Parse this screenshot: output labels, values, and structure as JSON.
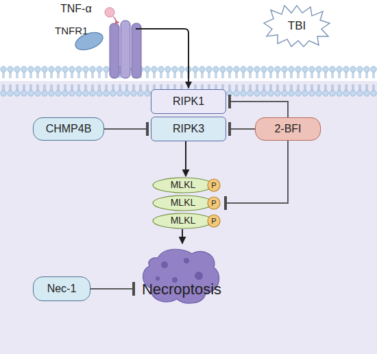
{
  "diagram": {
    "nodes": [
      {
        "text": [
          "TBI"
        ]
      },
      {
        "text": [
          "RIPK1"
        ]
      },
      {
        "text": [
          "RIPK3"
        ]
      },
      {
        "text": [
          "CHMP4B"
        ]
      },
      {
        "text": [
          "2-BFI"
        ]
      },
      {
        "text": [
          "MLKL"
        ]
      },
      {
        "text": [
          "P"
        ]
      },
      {
        "text": [
          "MLKL"
        ]
      },
      {
        "text": [
          "P"
        ]
      },
      {
        "text": [
          "MLKL"
        ]
      },
      {
        "text": [
          "P"
        ]
      },
      {
        "text": [
          "Nec-1"
        ]
      },
      {
        "text": [
          "Necroptosis"
        ]
      }
    ],
    "edges": [
      {
        "from": 3,
        "to": 2,
        "arrow": "to"
      },
      {
        "from": 4,
        "to": 1,
        "arrow": "to"
      },
      {
        "from": 4,
        "to": 2,
        "arrow": "to"
      },
      {
        "from": 4,
        "to": 7,
        "arrow": "to"
      },
      {
        "from": 2,
        "to": 5,
        "arrow": "to"
      },
      {
        "from": 9,
        "to": 12,
        "arrow": "to"
      },
      {
        "from": 11,
        "to": 12,
        "arrow": "to"
      }
    ],
    "labels": [
      "TNF-α",
      "TNFR1"
    ]
  }
}
